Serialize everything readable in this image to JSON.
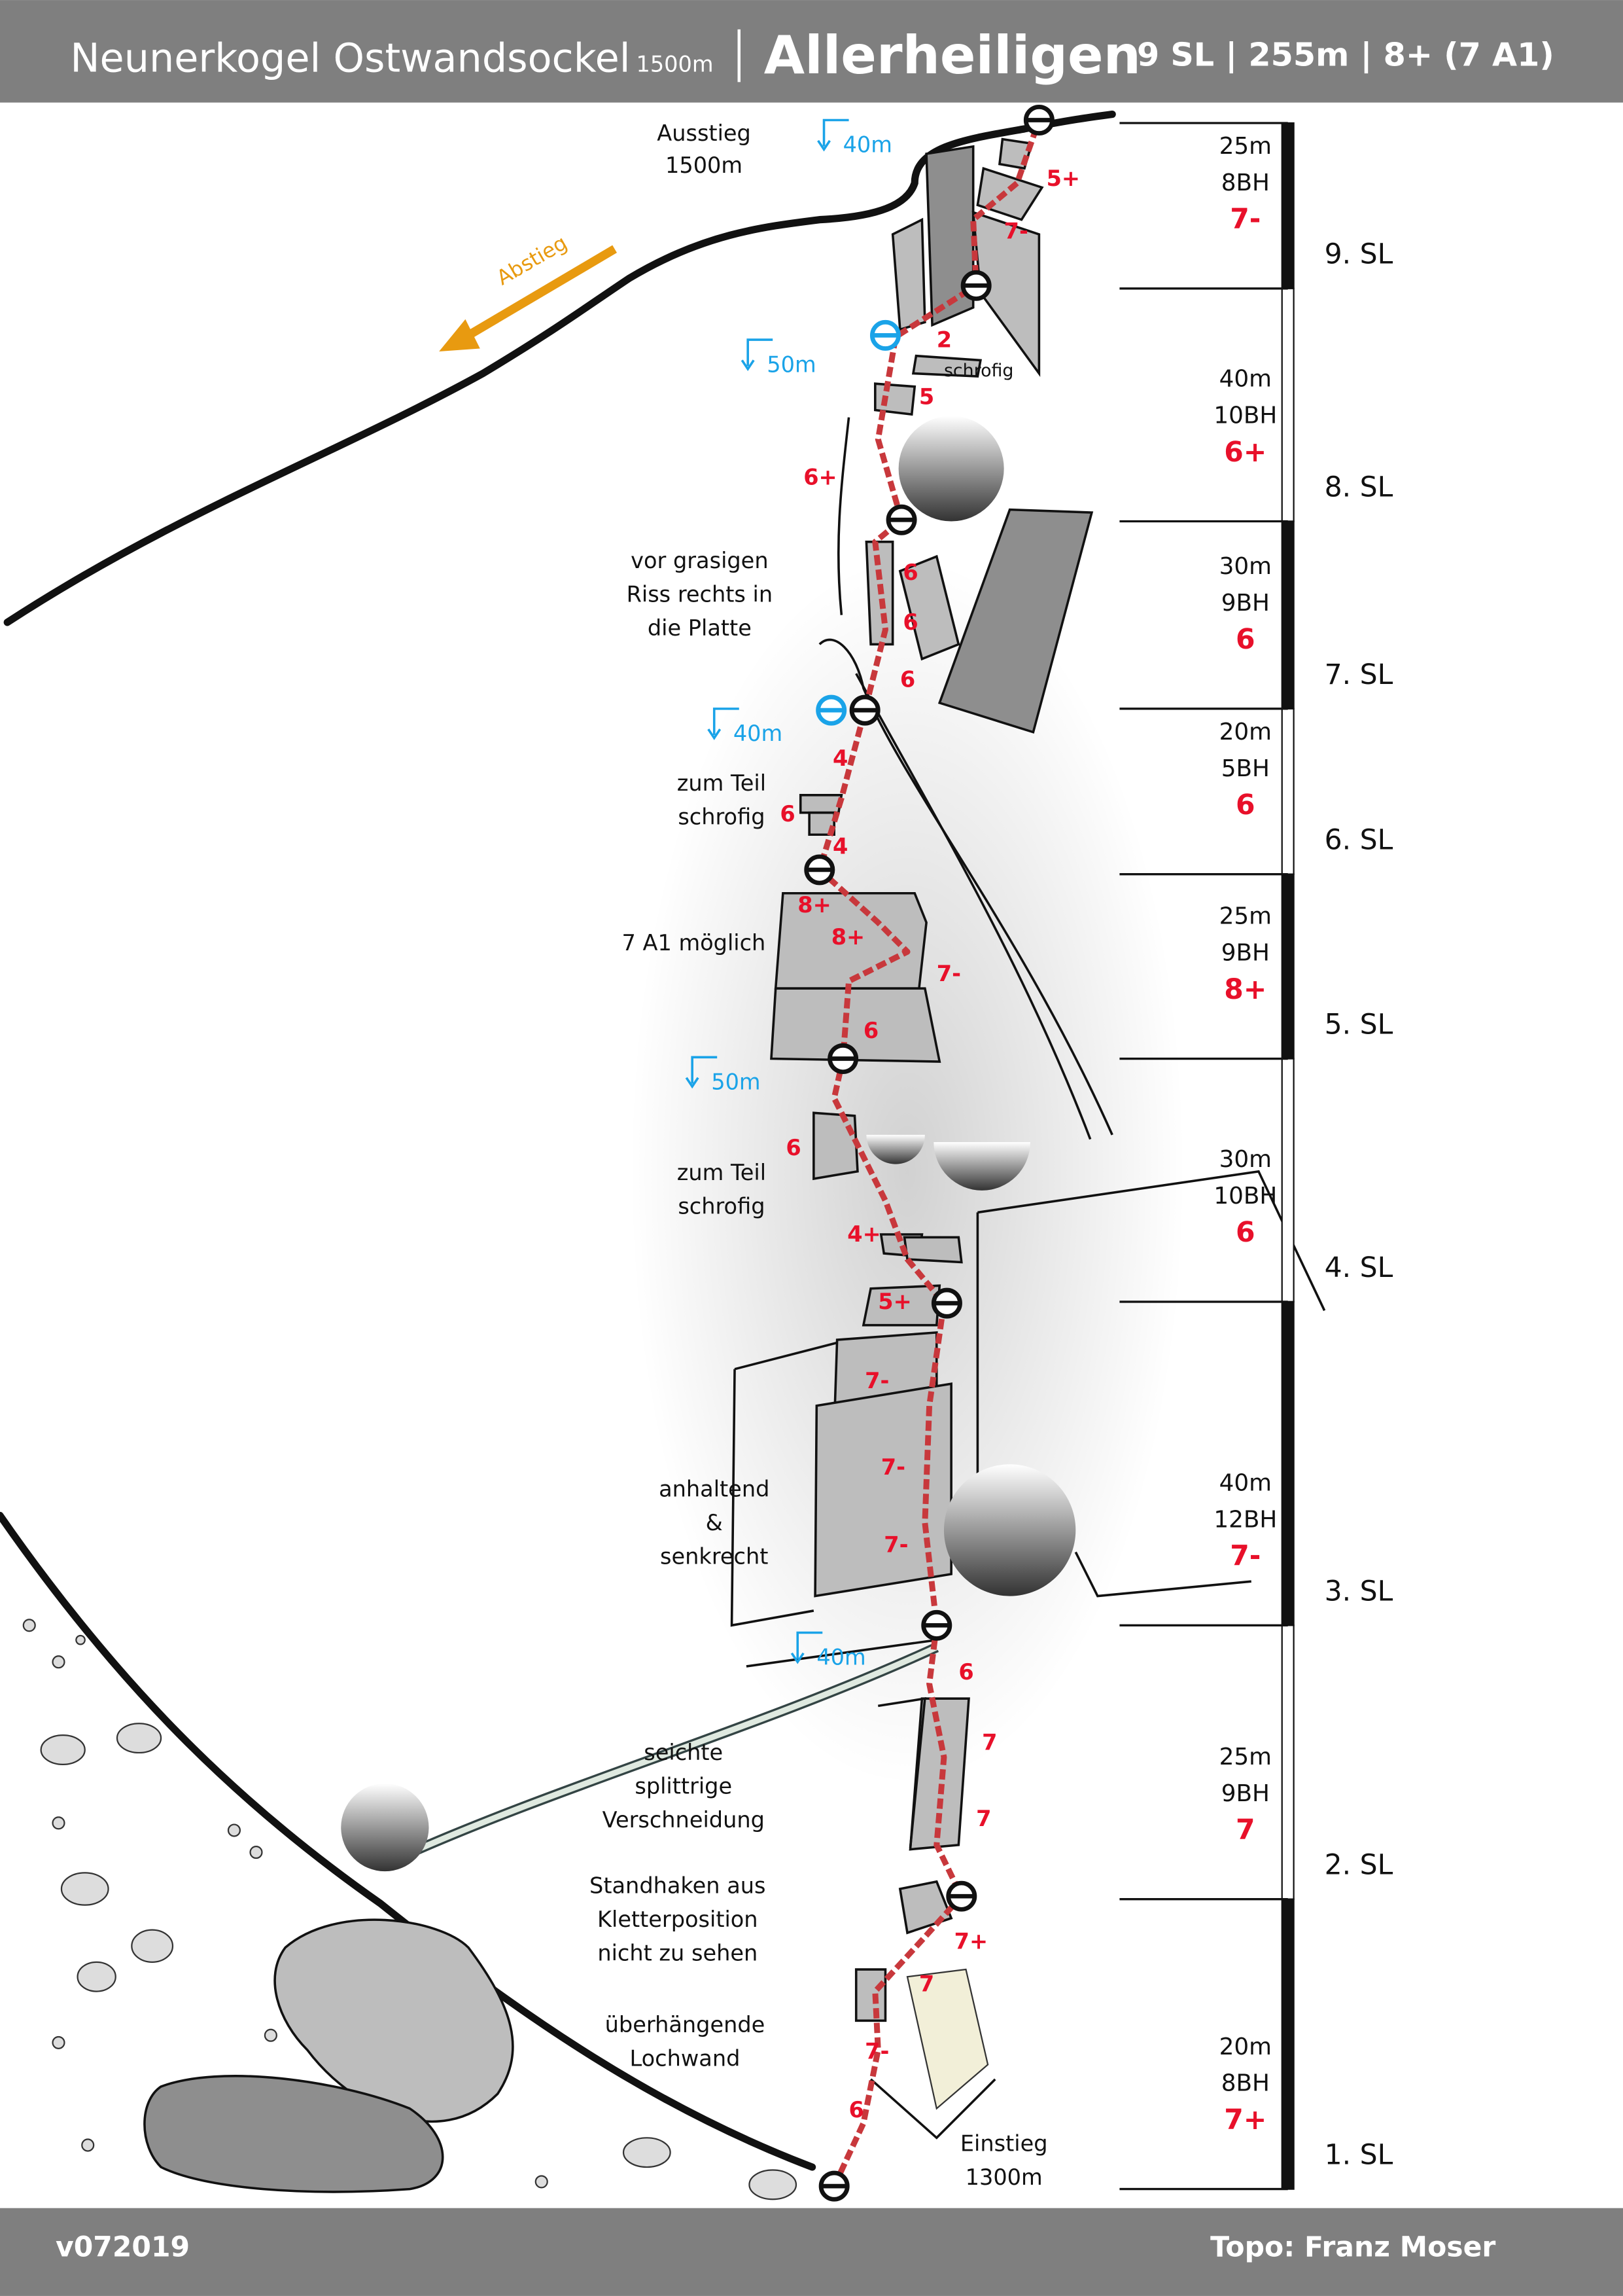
{
  "header": {
    "crag": "Neunerkogel Ostwandsockel",
    "crag_altitude": "1500m",
    "route": "Allerheiligen",
    "summary": "9 SL | 255m | 8+ (7 A1)"
  },
  "footer": {
    "version": "v072019",
    "author": "Topo: Franz Moser"
  },
  "labels": {
    "exit": [
      "Ausstieg",
      "1500m"
    ],
    "descent": "Abstieg",
    "start": [
      "Einstieg",
      "1300m"
    ],
    "schrofig": "schrofig",
    "notes": [
      [
        "vor grasigen",
        "Riss rechts in",
        "die Platte"
      ],
      [
        "zum Teil",
        "schrofig"
      ],
      [
        "7 A1 möglich"
      ],
      [
        "zum Teil",
        "schrofig"
      ],
      [
        "anhaltend",
        "&",
        "senkrecht"
      ],
      [
        "seichte",
        "splittrige",
        "Verschneidung"
      ],
      [
        "Standhaken aus",
        "Kletterposition",
        "nicht zu sehen"
      ],
      [
        "überhängende",
        "Lochwand"
      ]
    ]
  },
  "rappels": [
    "40m",
    "50m",
    "40m",
    "50m",
    "40m"
  ],
  "grades": [
    "5+",
    "7-",
    "2",
    "5",
    "6+",
    "6",
    "6",
    "6",
    "4",
    "6",
    "4",
    "8+",
    "8+",
    "7-",
    "6",
    "6",
    "4+",
    "5+",
    "7-",
    "7-",
    "7-",
    "6",
    "7",
    "7",
    "7+",
    "7",
    "7-",
    "6"
  ],
  "pitches": [
    {
      "name": "9. SL",
      "length": "25m",
      "bolts": "8BH",
      "grade": "7-"
    },
    {
      "name": "8. SL",
      "length": "40m",
      "bolts": "10BH",
      "grade": "6+"
    },
    {
      "name": "7. SL",
      "length": "30m",
      "bolts": "9BH",
      "grade": "6"
    },
    {
      "name": "6. SL",
      "length": "20m",
      "bolts": "5BH",
      "grade": "6"
    },
    {
      "name": "5. SL",
      "length": "25m",
      "bolts": "9BH",
      "grade": "8+"
    },
    {
      "name": "4. SL",
      "length": "30m",
      "bolts": "10BH",
      "grade": "6"
    },
    {
      "name": "3. SL",
      "length": "40m",
      "bolts": "12BH",
      "grade": "7-"
    },
    {
      "name": "2. SL",
      "length": "25m",
      "bolts": "9BH",
      "grade": "7"
    },
    {
      "name": "1. SL",
      "length": "20m",
      "bolts": "8BH",
      "grade": "7+"
    }
  ],
  "colors": {
    "header": "#7f7f7f",
    "route": "#c8383c",
    "grade": "#e8102a",
    "rappel": "#1aa3e8",
    "descent": "#e89a10"
  }
}
